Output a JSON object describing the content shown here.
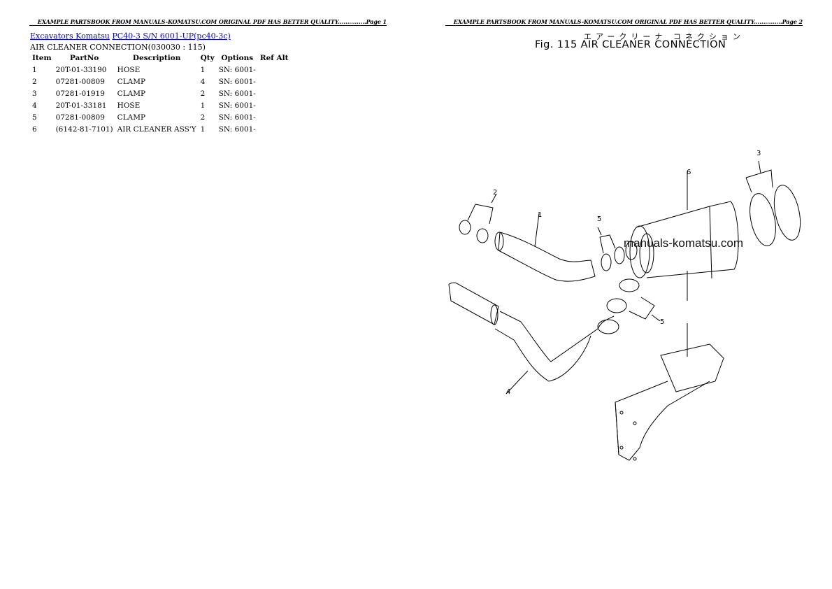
{
  "header": {
    "banner_text": "EXAMPLE PARTSBOOK FROM MANUALS-KOMATSU.COM ORIGINAL PDF HAS BETTER QUALITY...............",
    "page_left": "Page 1",
    "page_right": "Page 2"
  },
  "breadcrumb": {
    "category_link": "Excavators Komatsu",
    "model_link": "PC40-3 S/N 6001-UP(pc40-3c)"
  },
  "section_title": "AIR CLEANER CONNECTION(030030 : 115)",
  "parts_table": {
    "columns": [
      "Item",
      "PartNo",
      "Description",
      "Qty",
      "Options",
      "Ref Alt"
    ],
    "rows": [
      {
        "item": "1",
        "partno": "20T-01-33190",
        "description": "HOSE",
        "qty": "1",
        "options": "SN: 6001-",
        "ref_alt": ""
      },
      {
        "item": "2",
        "partno": "07281-00809",
        "description": "CLAMP",
        "qty": "4",
        "options": "SN: 6001-",
        "ref_alt": ""
      },
      {
        "item": "3",
        "partno": "07281-01919",
        "description": "CLAMP",
        "qty": "2",
        "options": "SN: 6001-",
        "ref_alt": ""
      },
      {
        "item": "4",
        "partno": "20T-01-33181",
        "description": "HOSE",
        "qty": "1",
        "options": "SN: 6001-",
        "ref_alt": ""
      },
      {
        "item": "5",
        "partno": "07281-00809",
        "description": "CLAMP",
        "qty": "2",
        "options": "SN: 6001-",
        "ref_alt": ""
      },
      {
        "item": "6",
        "partno": "(6142-81-7101)",
        "description": "AIR CLEANER ASS'Y",
        "qty": "1",
        "options": "SN: 6001-",
        "ref_alt": ""
      }
    ]
  },
  "figure": {
    "japanese_title": "エアークリーナ コネクション",
    "title": "Fig. 115 AIR CLEANER CONNECTION",
    "watermark": "manuals-komatsu.com",
    "callouts": [
      "1",
      "2",
      "3",
      "4",
      "5",
      "5",
      "6"
    ]
  }
}
